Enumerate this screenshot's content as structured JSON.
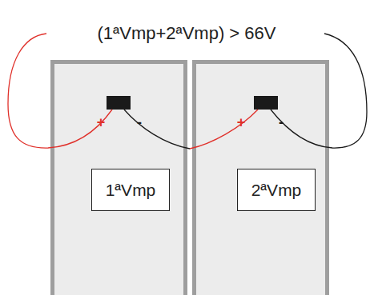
{
  "diagram": {
    "nodes": [
      {
        "text": [
          "1ªVmp"
        ]
      },
      {
        "text": [
          "2ªVmp"
        ]
      }
    ],
    "labels": [
      "(1ªVmp+2ªVmp) > 66V",
      "+",
      "-",
      "+",
      "-"
    ]
  }
}
